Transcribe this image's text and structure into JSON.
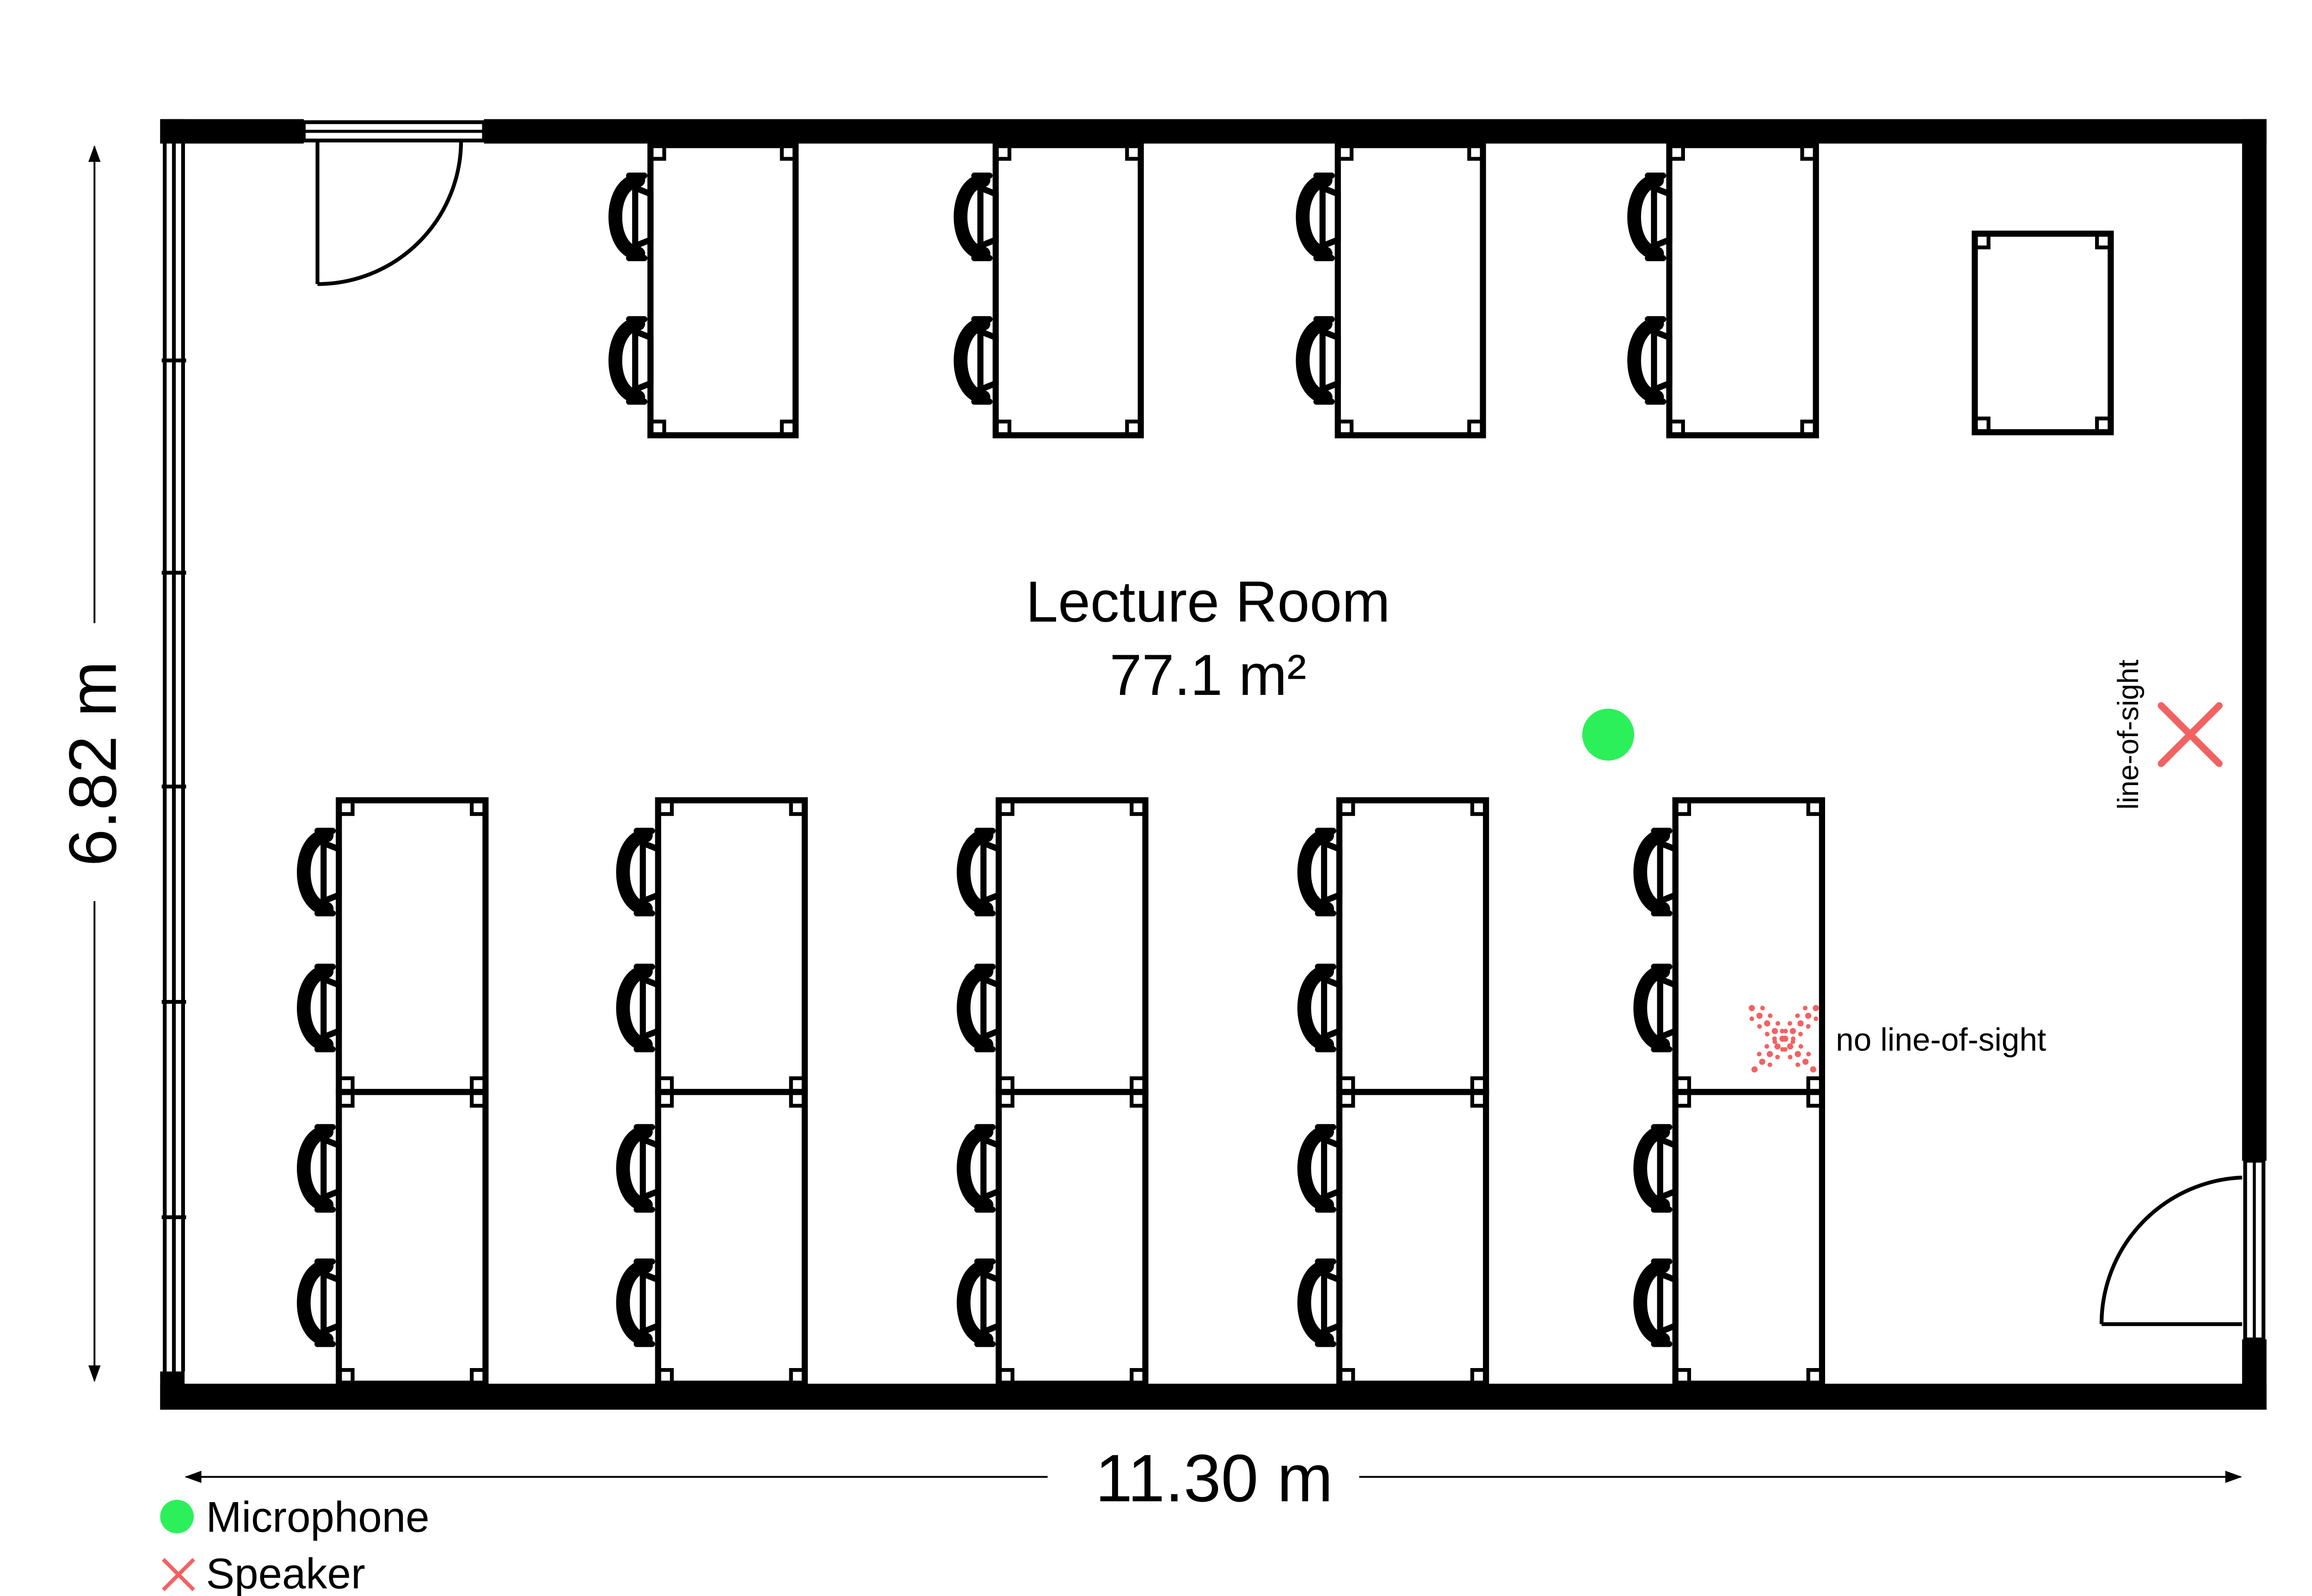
{
  "room": {
    "name": "Lecture Room",
    "area": "77.1 m²"
  },
  "dimensions": {
    "width_label": "11.30 m",
    "height_label": "6.82 m"
  },
  "annotations": {
    "line_of_sight": "line-of-sight",
    "no_line_of_sight": "no line-of-sight"
  },
  "legend": {
    "microphone": "Microphone",
    "speaker": "Speaker"
  },
  "colors": {
    "microphone": "#2cf05a",
    "speaker": "#f26262",
    "wall": "#000000"
  }
}
